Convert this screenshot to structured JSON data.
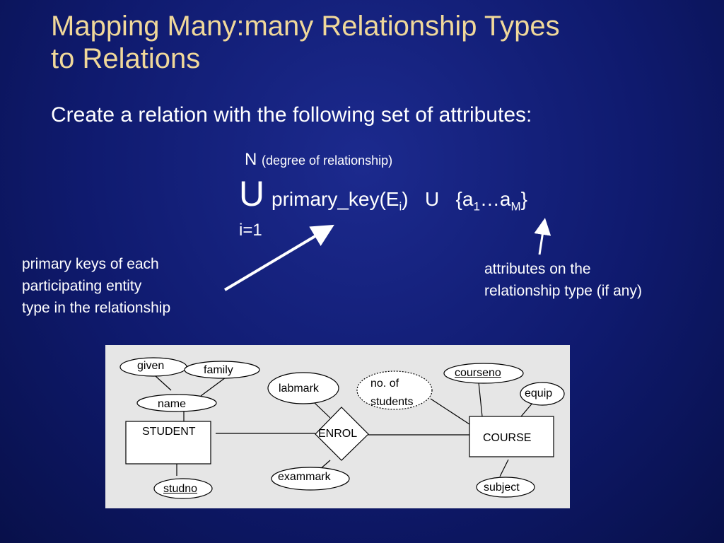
{
  "title_line1": "Mapping Many:many Relationship Types",
  "title_line2": "to Relations",
  "subtitle": "Create a relation with the following set of attributes:",
  "formula": {
    "upper_limit": "N",
    "upper_note": "(degree of relationship)",
    "union_symbol": "U",
    "pk_text": "primary_key(E",
    "pk_sub": "i",
    "pk_close": ")",
    "union_op": "U",
    "attr_open": "{a",
    "attr_sub1": "1",
    "attr_mid": "…a",
    "attr_subM": "M",
    "attr_close": "}",
    "lower_limit": "i=1"
  },
  "annotations": {
    "left": [
      "primary keys of each",
      "participating entity",
      "type in the relationship"
    ],
    "right": [
      "attributes on the",
      "relationship type (if any)"
    ]
  },
  "er_diagram": {
    "entities": [
      "STUDENT",
      "COURSE"
    ],
    "relationship": "ENROL",
    "attributes": {
      "given": "given",
      "family": "family",
      "name": "name",
      "studno": "studno",
      "labmark": "labmark",
      "exammark": "exammark",
      "no_of_students_line1": "no. of",
      "no_of_students_line2": "students",
      "courseno": "courseno",
      "equip": "equip",
      "subject": "subject"
    }
  }
}
